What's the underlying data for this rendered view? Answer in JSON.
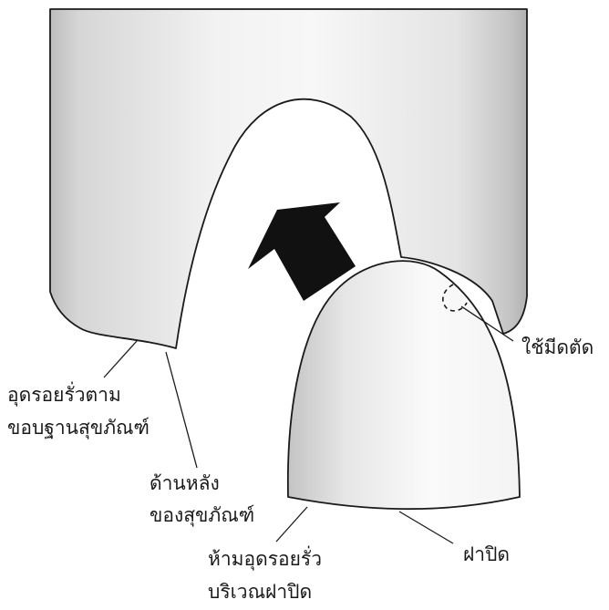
{
  "labels": {
    "cut_with_knife": "ใช้มีดตัด",
    "seal_base_line1": "อุดรอยรั่วตาม",
    "seal_base_line2": "ขอบฐานสุขภัณฑ์",
    "back_line1": "ด้านหลัง",
    "back_line2": "ของสุขภัณฑ์",
    "no_seal_line1": "ห้ามอุดรอยรั่ว",
    "no_seal_line2": "บริเวณฝาปิด",
    "cap": "ฝาปิด"
  },
  "colors": {
    "outline": "#1a1a1a",
    "base_dark": "#bdbdbd",
    "base_light": "#f4f4f4",
    "cap_dark": "#c4c4c4",
    "cap_light": "#fafafa",
    "arrow": "#111111"
  },
  "icons": {
    "arrow": "arrow-up-left-icon",
    "cut_mark": "dashed-cut-mark"
  }
}
